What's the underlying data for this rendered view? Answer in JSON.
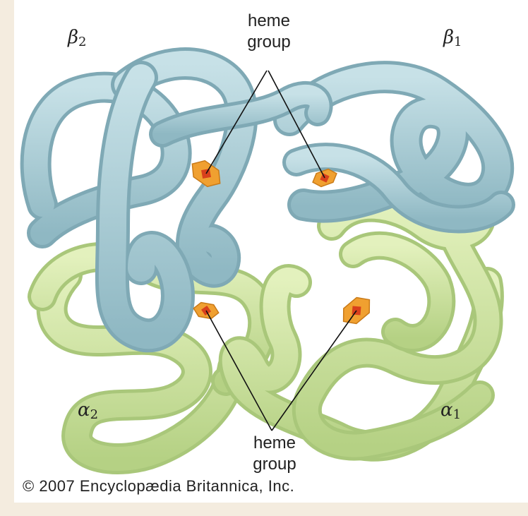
{
  "labels": {
    "beta2": {
      "symbol": "β",
      "sub": "2"
    },
    "beta1": {
      "symbol": "β",
      "sub": "1"
    },
    "alpha2": {
      "symbol": "α",
      "sub": "2"
    },
    "alpha1": {
      "symbol": "α",
      "sub": "1"
    },
    "heme_top_line1": "heme",
    "heme_top_line2": "group",
    "heme_bottom_line1": "heme",
    "heme_bottom_line2": "group"
  },
  "credit": "© 2007 Encyclopædia Britannica, Inc.",
  "colors": {
    "beta_chain": "#a9cdd6",
    "beta_chain_dark": "#7fa9b5",
    "alpha_chain": "#d4e8a4",
    "alpha_chain_dark": "#a9c77a",
    "heme": "#f0a030",
    "heme_core": "#d8401c"
  }
}
